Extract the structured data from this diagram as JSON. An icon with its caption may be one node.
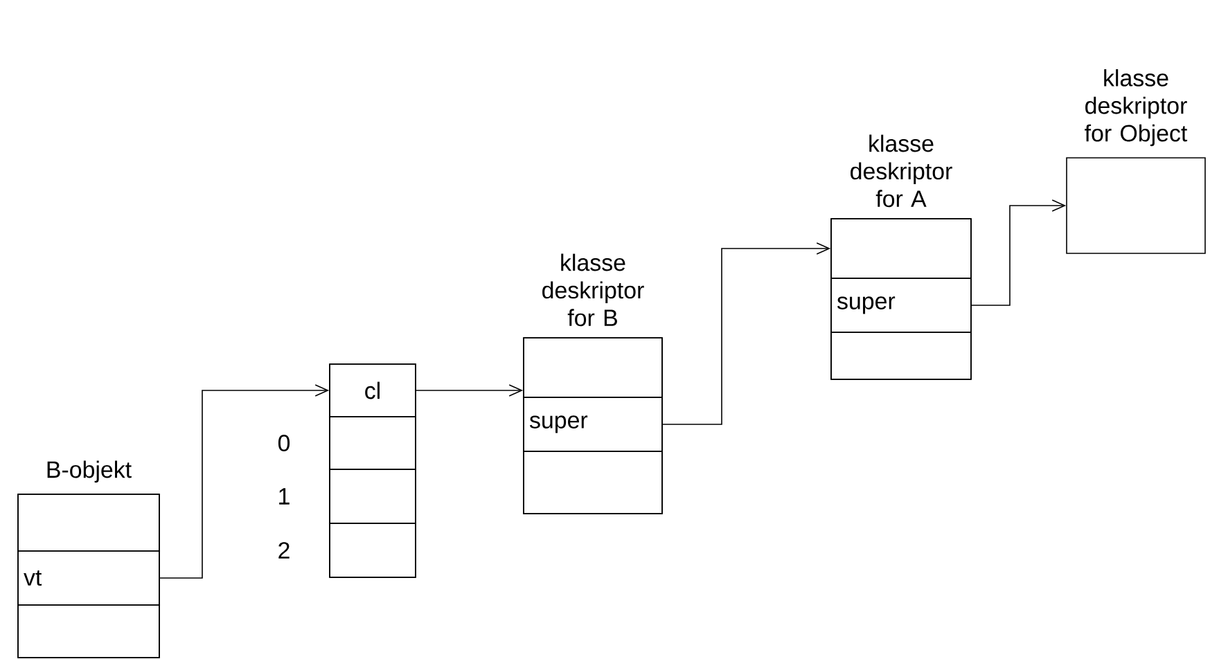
{
  "diagram": {
    "nodes": [
      {
        "text": [
          "B-objekt"
        ]
      },
      {
        "text": [],
        "shape": "box",
        "in": 0
      },
      {
        "text": [
          "vt"
        ],
        "in": 0
      },
      {
        "text": [],
        "shape": "box",
        "in": 0
      },
      {
        "text": [],
        "shape": "box"
      },
      {
        "text": [
          "cl"
        ],
        "in": 4
      },
      {
        "text": [],
        "shape": "box",
        "in": 4,
        "beside": [
          "0"
        ]
      },
      {
        "text": [],
        "shape": "box",
        "in": 4,
        "beside": [
          "1"
        ]
      },
      {
        "text": [],
        "shape": "box",
        "in": 4,
        "beside": [
          "2"
        ]
      },
      {
        "text": [
          "klasse deskriptor for B"
        ]
      },
      {
        "text": [],
        "shape": "box",
        "in": 9
      },
      {
        "text": [
          "super"
        ],
        "in": 9
      },
      {
        "text": [],
        "shape": "box",
        "in": 9
      },
      {
        "text": [
          "klasse deskriptor for A"
        ]
      },
      {
        "text": [],
        "shape": "box",
        "in": 13
      },
      {
        "text": [
          "super"
        ],
        "in": 13
      },
      {
        "text": [],
        "shape": "box",
        "in": 13
      },
      {
        "text": [
          "klasse deskriptor for Object"
        ]
      }
    ],
    "edges": [
      {
        "from": 2,
        "to": 5,
        "arrow": "to"
      },
      {
        "from": 5,
        "to": 10,
        "arrow": "to"
      },
      {
        "from": 11,
        "to": 14,
        "arrow": "to"
      },
      {
        "from": 15,
        "to": 17,
        "arrow": "to"
      }
    ]
  }
}
